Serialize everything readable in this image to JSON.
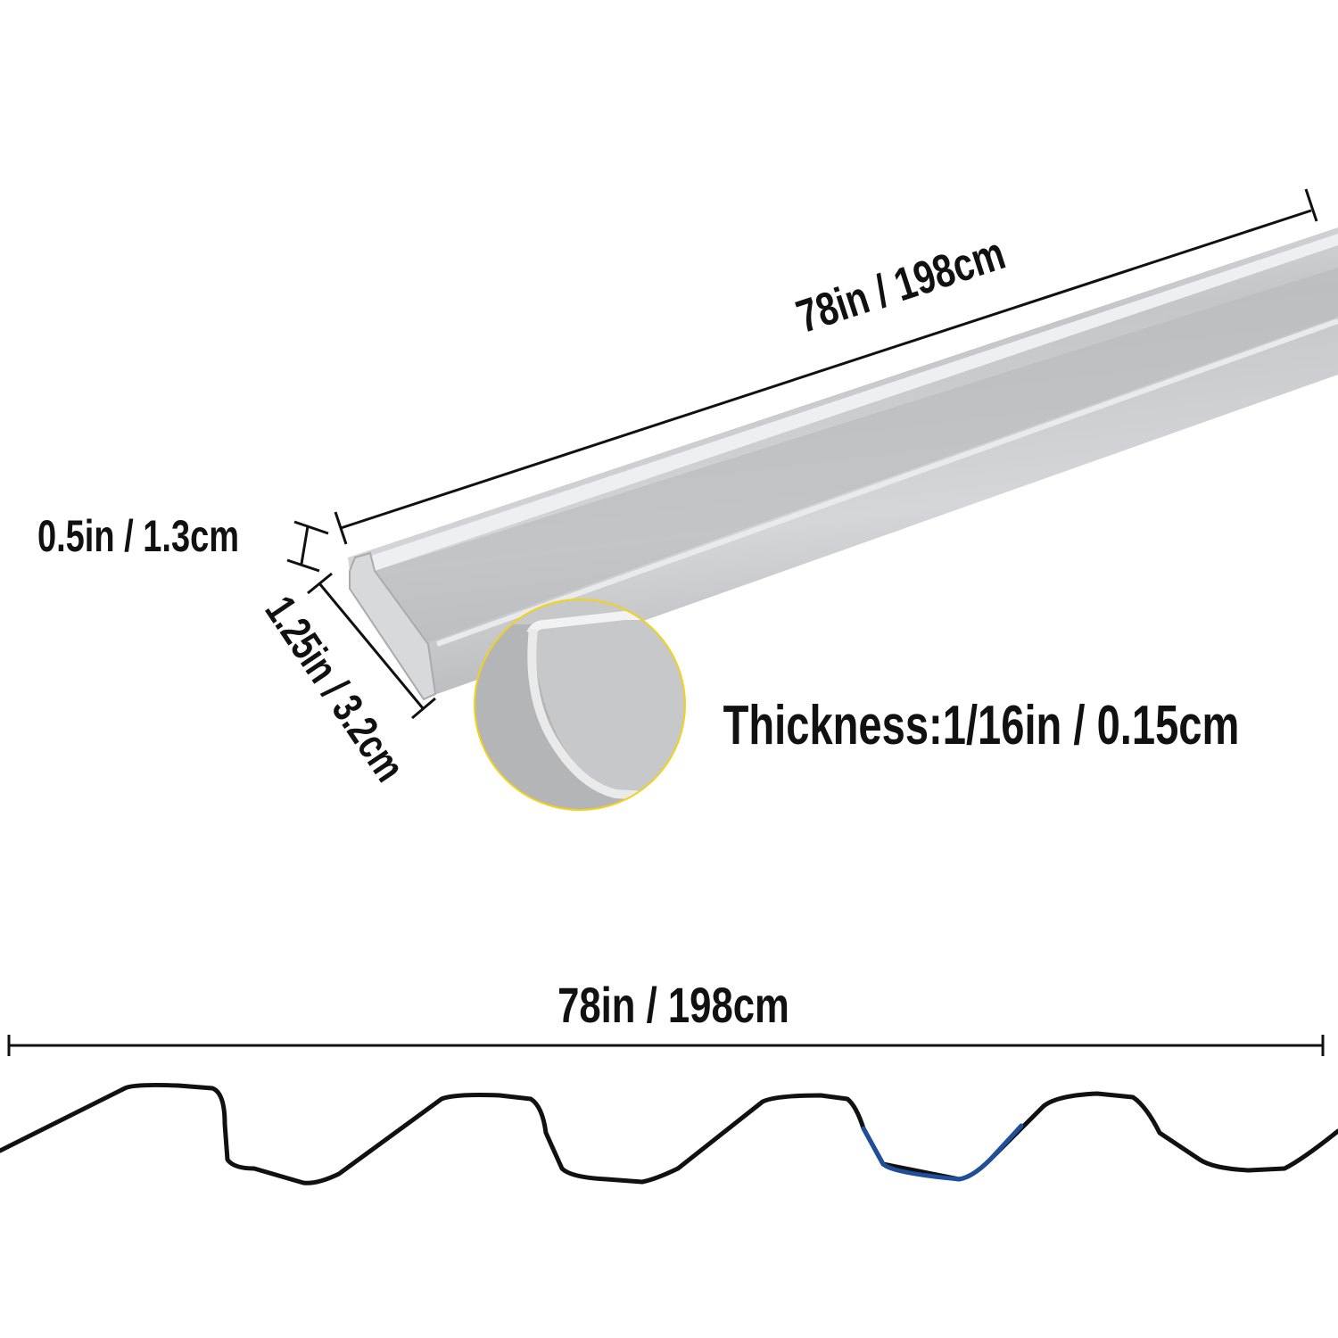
{
  "rail": {
    "length_label": "78in / 198cm",
    "height_label": "0.5in / 1.3cm",
    "width_label": "1.25in / 3.2cm",
    "thickness_label": "Thickness:1/16in / 0.15cm"
  },
  "wire": {
    "length_label": "78in / 198cm"
  },
  "colors": {
    "rail": "#c9cbcd",
    "magnifier_ring": "#f2d21b",
    "wire": "#111111",
    "wire_accent": "#1f4f9a"
  }
}
